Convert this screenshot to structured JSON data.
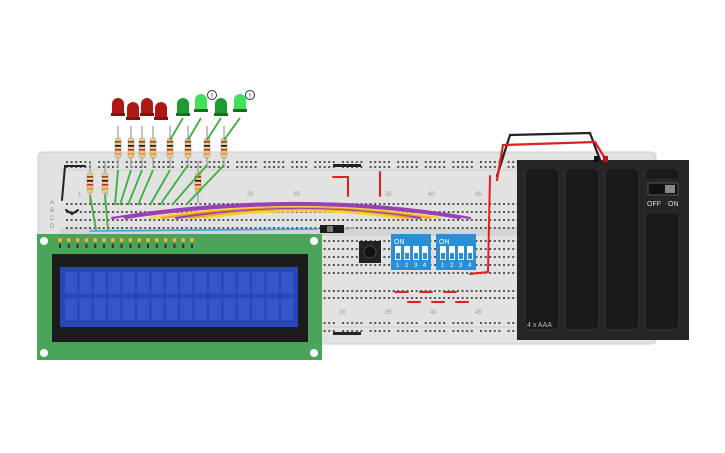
{
  "breadboard": {
    "top_columns": [
      "20",
      "25",
      "35",
      "40",
      "45"
    ],
    "bottom_columns": [
      "30",
      "35",
      "40",
      "45"
    ],
    "row_letters": [
      "A",
      "B",
      "C",
      "D"
    ],
    "left_col_numbers": [
      "1",
      "5"
    ]
  },
  "dip_switches": [
    {
      "label": "ON",
      "pins": [
        "1",
        "2",
        "3",
        "4"
      ]
    },
    {
      "label": "ON",
      "pins": [
        "1",
        "2",
        "3",
        "4"
      ]
    }
  ],
  "battery": {
    "label": "4 x AAA",
    "switch_off": "OFF",
    "switch_on": "ON"
  },
  "led_badges": [
    "!",
    "!"
  ],
  "leds": {
    "red": [
      "#b01818",
      "#b01818",
      "#b01818",
      "#b01818"
    ],
    "green": [
      "#1f9a2e",
      "#1f9a2e",
      "#1f9a2e",
      "#1f9a2e"
    ]
  },
  "colors": {
    "board_bg": "#e4e4e4",
    "lcd_pcb": "#4aa55a",
    "lcd_screen": "#2747b8",
    "battery_case": "#252525",
    "dip_blue": "#2a8fd6",
    "wire_red": "#e02020",
    "wire_green": "#3cae3c",
    "wire_orange": "#f2a51c",
    "wire_purple": "#9a3fb5",
    "wire_yellow": "#f0d63a"
  }
}
